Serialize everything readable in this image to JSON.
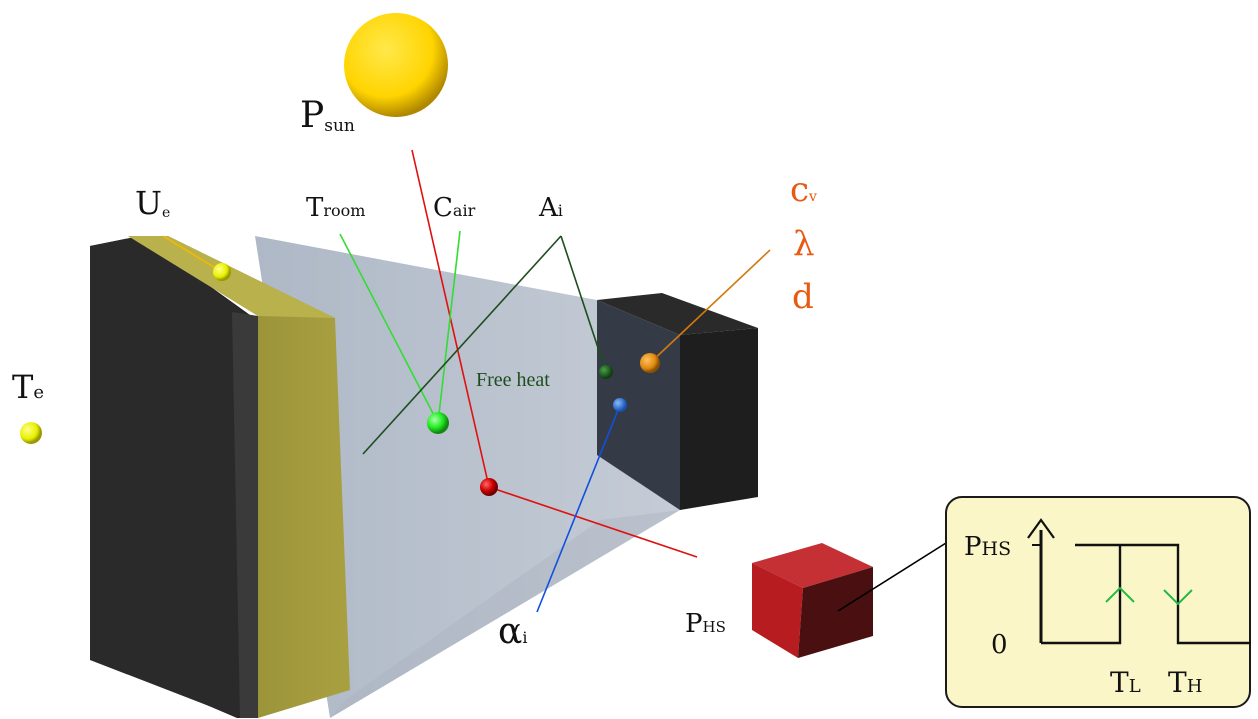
{
  "diagram": {
    "labels": {
      "p_sun": {
        "main": "P",
        "sub": "sun"
      },
      "u_e": {
        "main": "U",
        "sub": "e"
      },
      "t_room": {
        "main": "T",
        "sub": "room"
      },
      "c_air": {
        "main": "C",
        "sub": "air"
      },
      "a_i": {
        "main": "A",
        "sub": "i"
      },
      "t_e": {
        "main": "T",
        "sub": "e"
      },
      "alpha_i": {
        "main": "α",
        "sub": "i"
      },
      "p_hs": {
        "main": "P",
        "sub": "HS"
      },
      "c_v": {
        "main": "c",
        "sub": "v"
      },
      "lambda": "λ",
      "d": "d",
      "free_heat": "Free heat"
    },
    "hysteresis": {
      "y_label_main": "P",
      "y_label_sub": "HS",
      "zero": "0",
      "t_low_main": "T",
      "t_low_sub": "L",
      "t_high_main": "T",
      "t_high_sub": "H"
    },
    "colors": {
      "sun": "#ffd700",
      "wall_dark": "#2c2c2c",
      "insulation": "#a39a3a",
      "room": "#b6bfcc",
      "inner_wall": "#2f3540",
      "heater": "#b21e22",
      "room_dot": "#33ff33",
      "sun_line": "#e01010",
      "room_line": "#33dd33",
      "area_line": "#1f4d1f",
      "alpha_line": "#1050e0",
      "param_line": "#d07a10",
      "ue_line": "#f5b800",
      "panel_bg": "#fbf6c8",
      "arrow_green": "#22bb44",
      "param_text": "#e85a12"
    }
  }
}
